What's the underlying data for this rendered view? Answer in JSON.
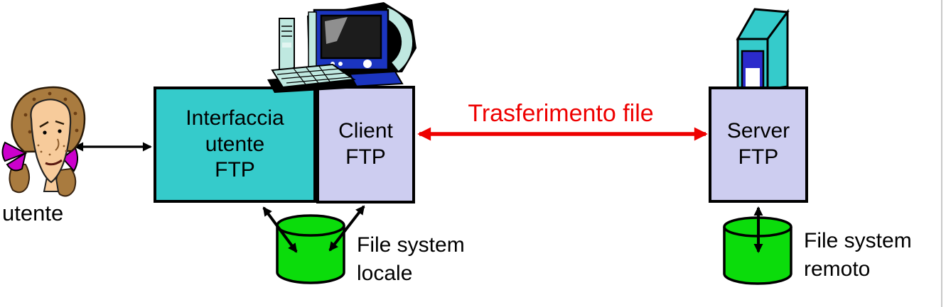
{
  "labels": {
    "user": "utente",
    "ui_box": "Interfaccia\nutente\nFTP",
    "client_box": "Client\nFTP",
    "server_box": "Server\nFTP",
    "transfer": "Trasferimento file",
    "local_fs": "File system\nlocale",
    "remote_fs": "File system\nremoto"
  },
  "icons": {
    "user": "woman-user-icon",
    "client_computer": "desktop-computer-icon",
    "server": "server-tower-icon",
    "local_disk": "database-cylinder-icon",
    "remote_disk": "database-cylinder-icon"
  },
  "colors": {
    "box_teal": "#35CBCB",
    "box_lavender": "#CDCDF0",
    "cylinder_green": "#0BDC0B",
    "arrow_red": "#EE0000",
    "arrow_black": "#000000",
    "hair_brown": "#A97B3F",
    "hair_dark": "#6B3E14",
    "skin": "#F7CB9B",
    "bow_magenta": "#CC00CC",
    "pc_teal": "#BFE8E0",
    "pc_blue": "#1B35C0",
    "door_blue": "#2B2BCC",
    "screen_dark": "#1C1C1C",
    "screen_glare": "#8F8F8F",
    "edge_gray": "#C9C9C9"
  }
}
